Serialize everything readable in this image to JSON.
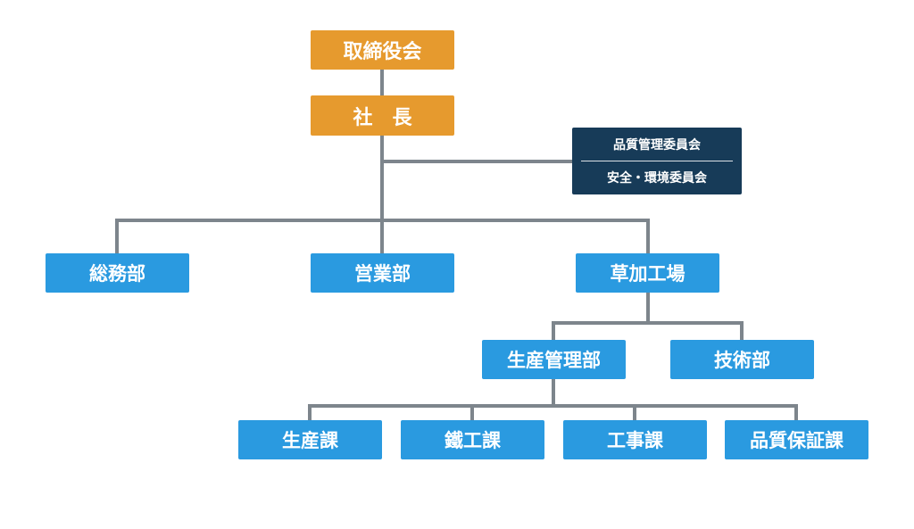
{
  "org": {
    "board": "取締役会",
    "president": "社　長",
    "committee": {
      "line1": "品質管理委員会",
      "line2": "安全・環境委員会"
    },
    "departments": {
      "general_affairs": "総務部",
      "sales": "営業部",
      "soka_factory": "草加工場"
    },
    "factory_divisions": {
      "production_management": "生産管理部",
      "engineering": "技術部"
    },
    "sections": {
      "production": "生産課",
      "steel_works": "鐵工課",
      "construction": "工事課",
      "quality_assurance": "品質保証課"
    }
  },
  "colors": {
    "executive": "#e69a2e",
    "department": "#2a9ae0",
    "committee": "#173b58",
    "connector": "#7d858c"
  }
}
